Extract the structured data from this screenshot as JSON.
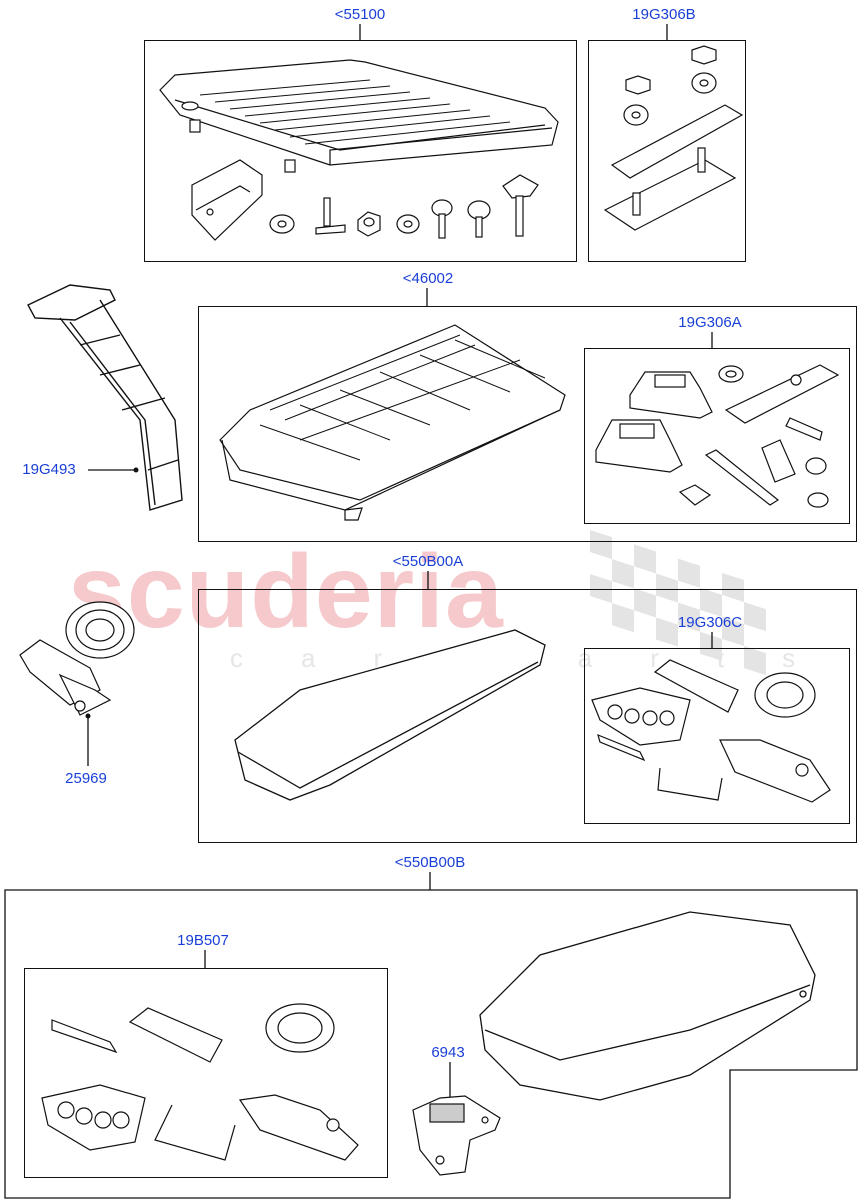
{
  "watermark": {
    "brand": "scuderia",
    "tagline": "car parts"
  },
  "callouts": {
    "c55100": "<55100",
    "c19G306B": "19G306B",
    "c46002": "<46002",
    "c19G306A": "19G306A",
    "c19G493": "19G493",
    "c550B00A": "<550B00A",
    "c19G306C": "19G306C",
    "c25969": "25969",
    "c550B00B": "<550B00B",
    "c19B507": "19B507",
    "c6943": "6943"
  },
  "colors": {
    "callout_text": "#1a3fd6",
    "line": "#111111",
    "watermark": "#f6c9cc"
  }
}
